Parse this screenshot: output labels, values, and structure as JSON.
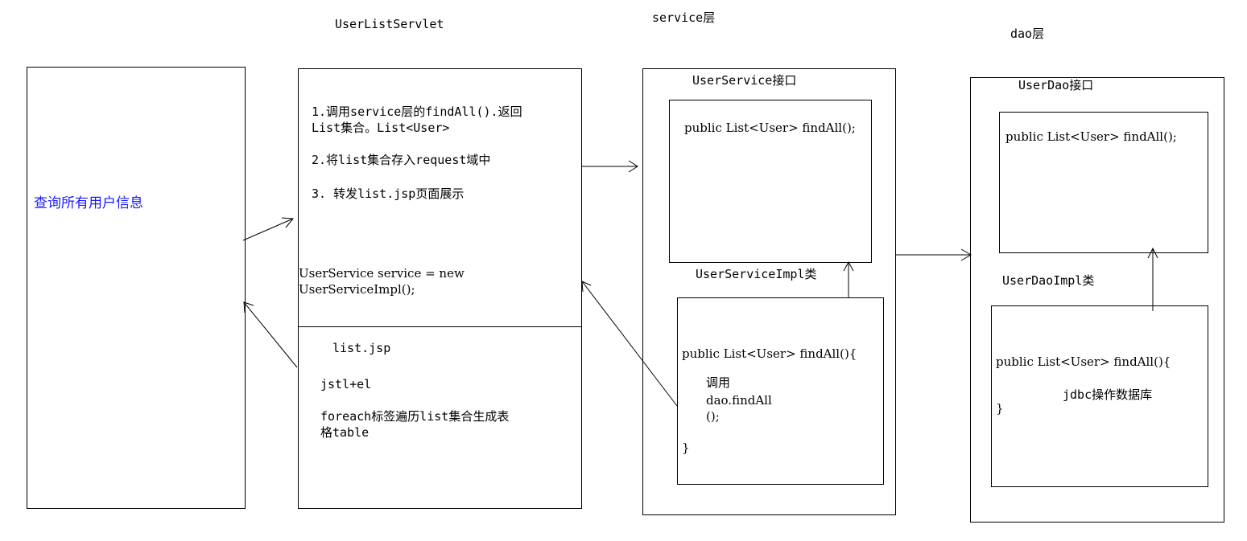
{
  "labels": {
    "servlet_title": "UserListServlet",
    "service_title": "service层",
    "dao_title": "dao层"
  },
  "client": {
    "text": "查询所有用户信息",
    "text_color": "#1a1aff"
  },
  "servlet": {
    "step1_line1": "1.调用service层的findAll().返回",
    "step1_line2": "List集合。List<User>",
    "step2": "2.将list集合存入request域中",
    "step3": "3. 转发list.jsp页面展示",
    "code_line1": "UserService service = new",
    "code_line2": "UserServiceImpl();"
  },
  "jsp": {
    "title": "list.jsp",
    "tech": "jstl+el",
    "desc_line1": "foreach标签遍历list集合生成表",
    "desc_line2": "格table"
  },
  "service": {
    "interface_label": "UserService接口",
    "interface_method": "public List<User> findAll();",
    "impl_label": "UserServiceImpl类",
    "impl_method": "public List<User> findAll(){",
    "impl_body_line1": "调用",
    "impl_body_line2": "dao.findAll",
    "impl_body_line3": "();",
    "impl_close": "}"
  },
  "dao": {
    "interface_label": "UserDao接口",
    "interface_method": "public List<User> findAll();",
    "impl_label": "UserDaoImpl类",
    "impl_method": "public List<User> findAll(){",
    "impl_body": "jdbc操作数据库",
    "impl_close": "}"
  }
}
